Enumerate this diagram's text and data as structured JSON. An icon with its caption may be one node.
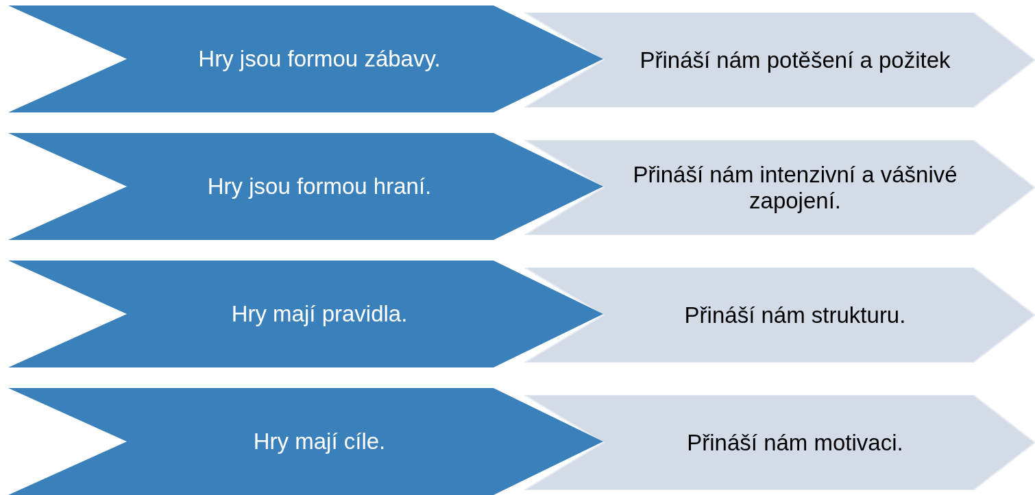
{
  "diagram": {
    "nodes": [
      {
        "text": [
          "Hry jsou formou zábavy."
        ]
      },
      {
        "text": [
          "Přináší nám potěšení a požitek"
        ]
      },
      {
        "text": [
          "Hry jsou formou hraní."
        ]
      },
      {
        "text": [
          "Přináší nám intenzivní a vášnivé zapojení."
        ]
      },
      {
        "text": [
          "Hry mají pravidla."
        ]
      },
      {
        "text": [
          "Přináší nám strukturu."
        ]
      },
      {
        "text": [
          "Hry mají cíle."
        ]
      },
      {
        "text": [
          "Přináší nám motivaci."
        ]
      }
    ]
  }
}
